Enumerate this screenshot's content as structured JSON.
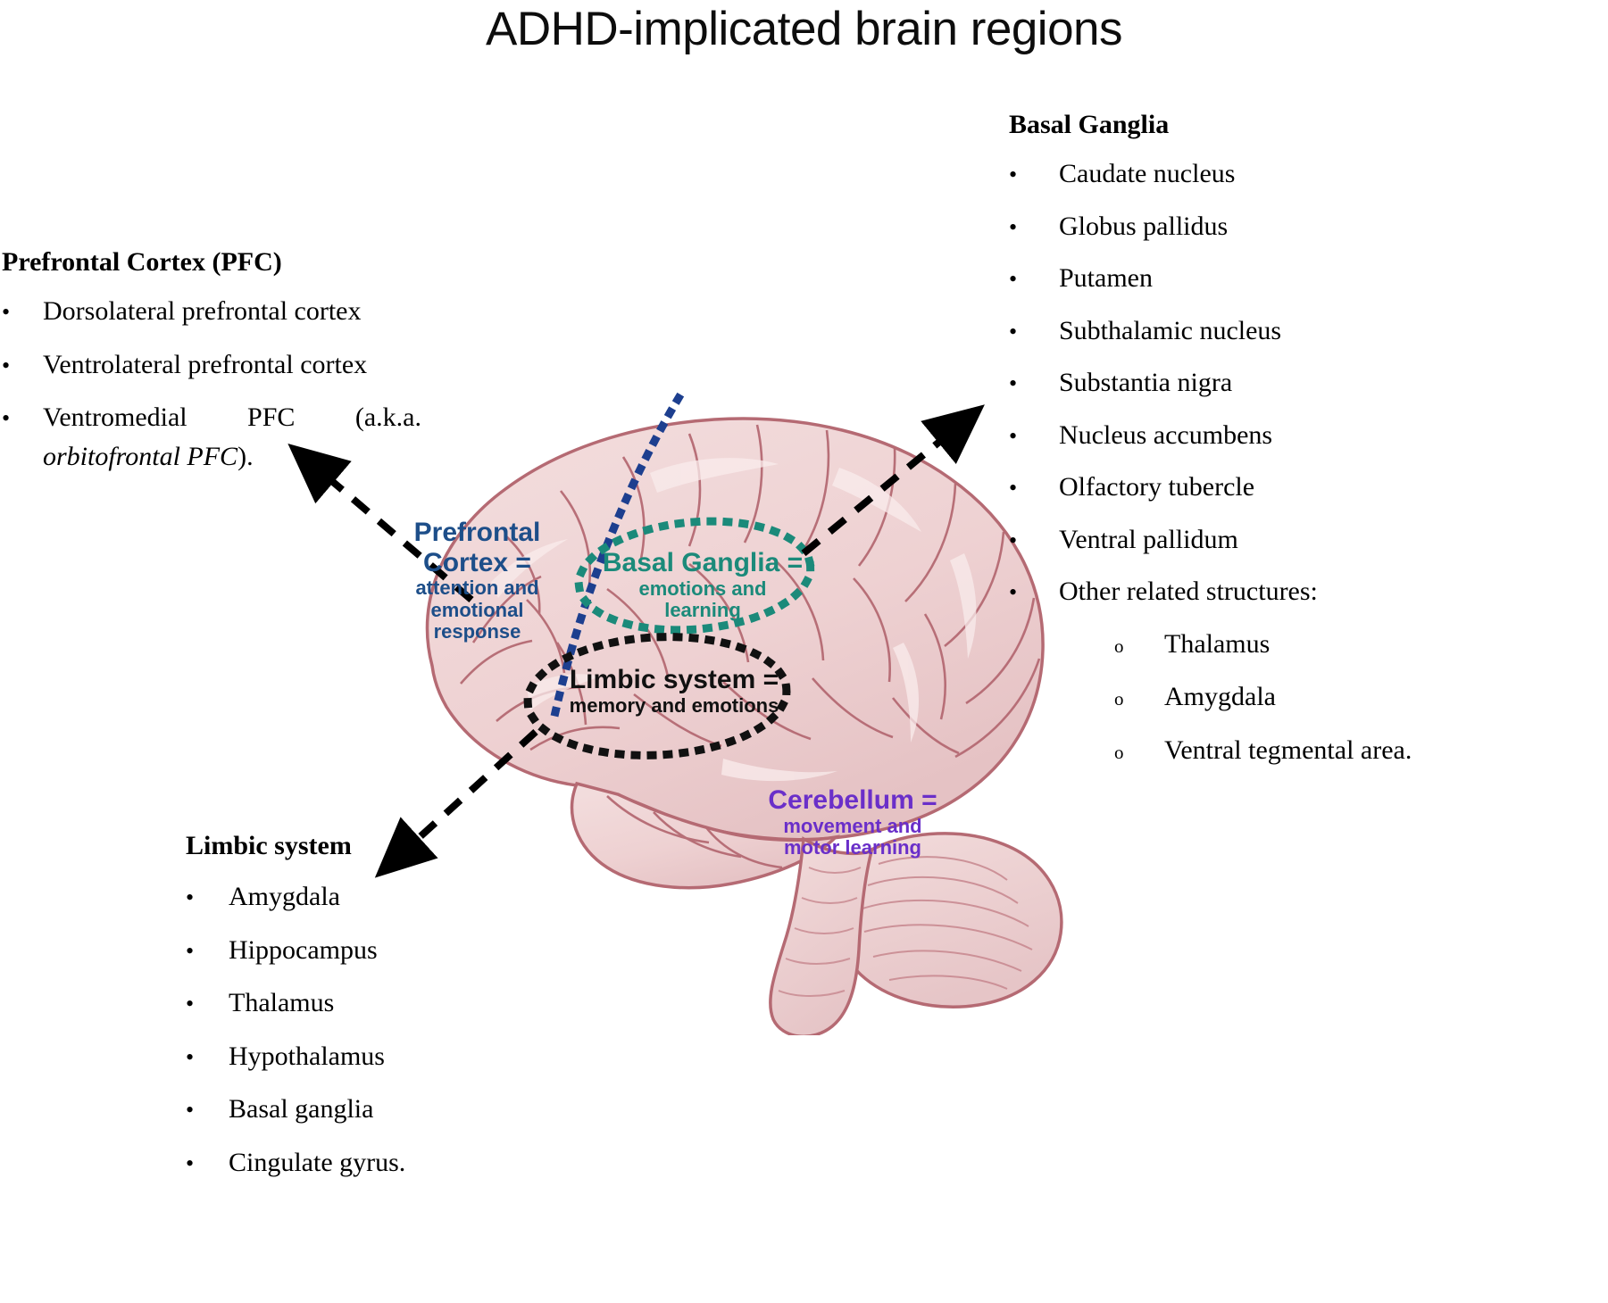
{
  "title": "ADHD-implicated brain regions",
  "pfc": {
    "heading": "Prefrontal Cortex (PFC)",
    "items": [
      "Dorsolateral prefrontal cortex",
      "Ventrolateral prefrontal cortex"
    ],
    "justified_item": {
      "word1": "Ventromedial",
      "word2": "PFC",
      "word3": "(a.k.a.",
      "continuation_italic": "orbitofrontal PFC",
      "continuation_tail": ")."
    },
    "bullet_glyph": "•"
  },
  "basal_ganglia": {
    "heading": "Basal Ganglia",
    "items": [
      "Caudate nucleus",
      "Globus pallidus",
      "Putamen",
      "Subthalamic nucleus",
      "Substantia nigra",
      "Nucleus accumbens",
      "Olfactory tubercle",
      "Ventral pallidum",
      "Other related structures:"
    ],
    "sub_items": [
      "Thalamus",
      "Amygdala",
      "Ventral tegmental area."
    ],
    "bullet_glyph": "•",
    "sub_bullet_glyph": "o"
  },
  "limbic": {
    "heading": "Limbic system",
    "items": [
      "Amygdala",
      "Hippocampus",
      "Thalamus",
      "Hypothalamus",
      "Basal ganglia",
      "Cingulate gyrus."
    ],
    "bullet_glyph": "•"
  },
  "figure_labels": {
    "pfc": {
      "bold_part": "Prefrontal Cortex =",
      "detail": "attention and emotional response",
      "color": "#1d4e89"
    },
    "basal_ganglia": {
      "bold_part": "Basal Ganglia =",
      "detail": "emotions and learning",
      "color": "#1b8a7a"
    },
    "limbic": {
      "bold_part": "Limbic system =",
      "detail": "memory and emotions",
      "color": "#111111"
    },
    "cerebellum": {
      "bold_part": "Cerebellum =",
      "detail": "movement and motor learning",
      "color": "#6a2fc9"
    }
  },
  "colors": {
    "brain_fill": "#eed3d3",
    "brain_fill_light": "#f6e2e2",
    "brain_outline": "#b56a73",
    "brain_shadow": "#e2bfc2",
    "pfc_dotted": "#1d3f8f",
    "basal_dotted": "#1b8a7a",
    "limbic_dotted": "#111111",
    "arrow": "#000000",
    "background": "#ffffff"
  }
}
